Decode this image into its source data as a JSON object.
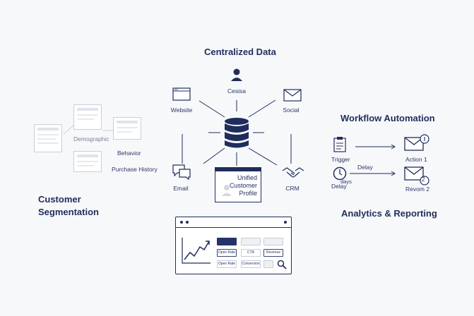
{
  "centralized": {
    "title": "Centralized Data",
    "sources": {
      "top": "Cesisa",
      "website": "Website",
      "social": "Social",
      "email": "Email",
      "crm": "CRM"
    },
    "profile": {
      "line1": "Unified",
      "line2": "Customer",
      "line3": "Profile"
    }
  },
  "segmentation": {
    "title_line1": "Customer",
    "title_line2": "Segmentation",
    "labels": {
      "demographic": "Demographic",
      "behavior": "Behavior",
      "purchase": "Purchase History"
    }
  },
  "workflow": {
    "title": "Workflow Automation",
    "trigger": "Trigger",
    "action1": "Action 1",
    "delay": "Delay",
    "delay_icon": "Delay",
    "days": "days",
    "revom": "Revom 2"
  },
  "analytics": {
    "title": "Analytics & Reporting",
    "metrics": {
      "open_rate_1": "Open Rate",
      "ctr": "CTR",
      "revenue": "Revenue",
      "open_rate_2": "Open Rate",
      "conversion": "Conversion"
    }
  },
  "colors": {
    "navy": "#1f2d5c",
    "accent": "#24336b",
    "light": "#c9ced8"
  }
}
